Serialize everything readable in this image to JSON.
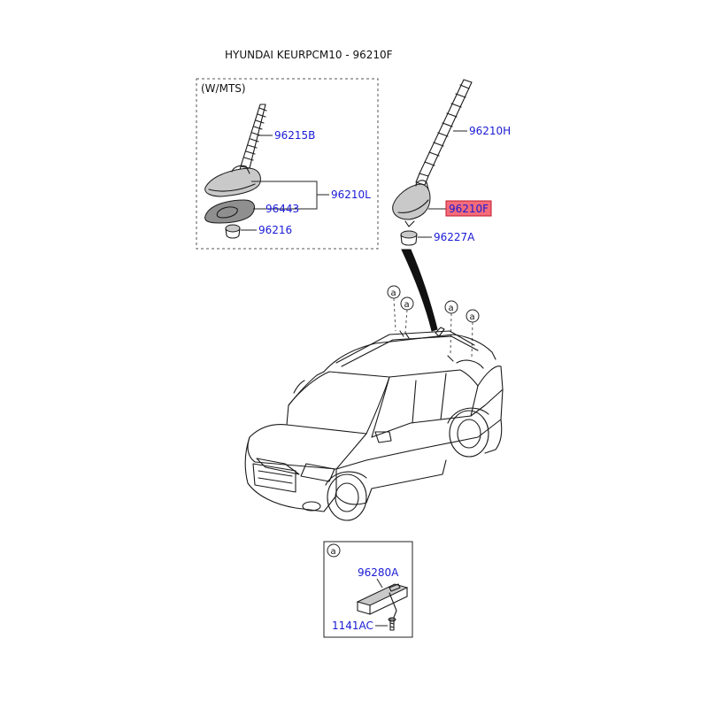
{
  "title": "HYUNDAI KEURPCM10 - 96210F",
  "mts_box": {
    "label": "(W/MTS)"
  },
  "parts": {
    "p96215B": "96215B",
    "p96210L": "96210L",
    "p96443": "96443",
    "p96216": "96216",
    "p96210H": "96210H",
    "p96210F": "96210F",
    "p96227A": "96227A",
    "p96280A": "96280A",
    "p1141AC": "1141AC"
  },
  "callout_marker": "a",
  "colors": {
    "part_text": "#1a1ad6",
    "highlight_fill": "#f56b7a",
    "highlight_border": "#c0182b"
  }
}
